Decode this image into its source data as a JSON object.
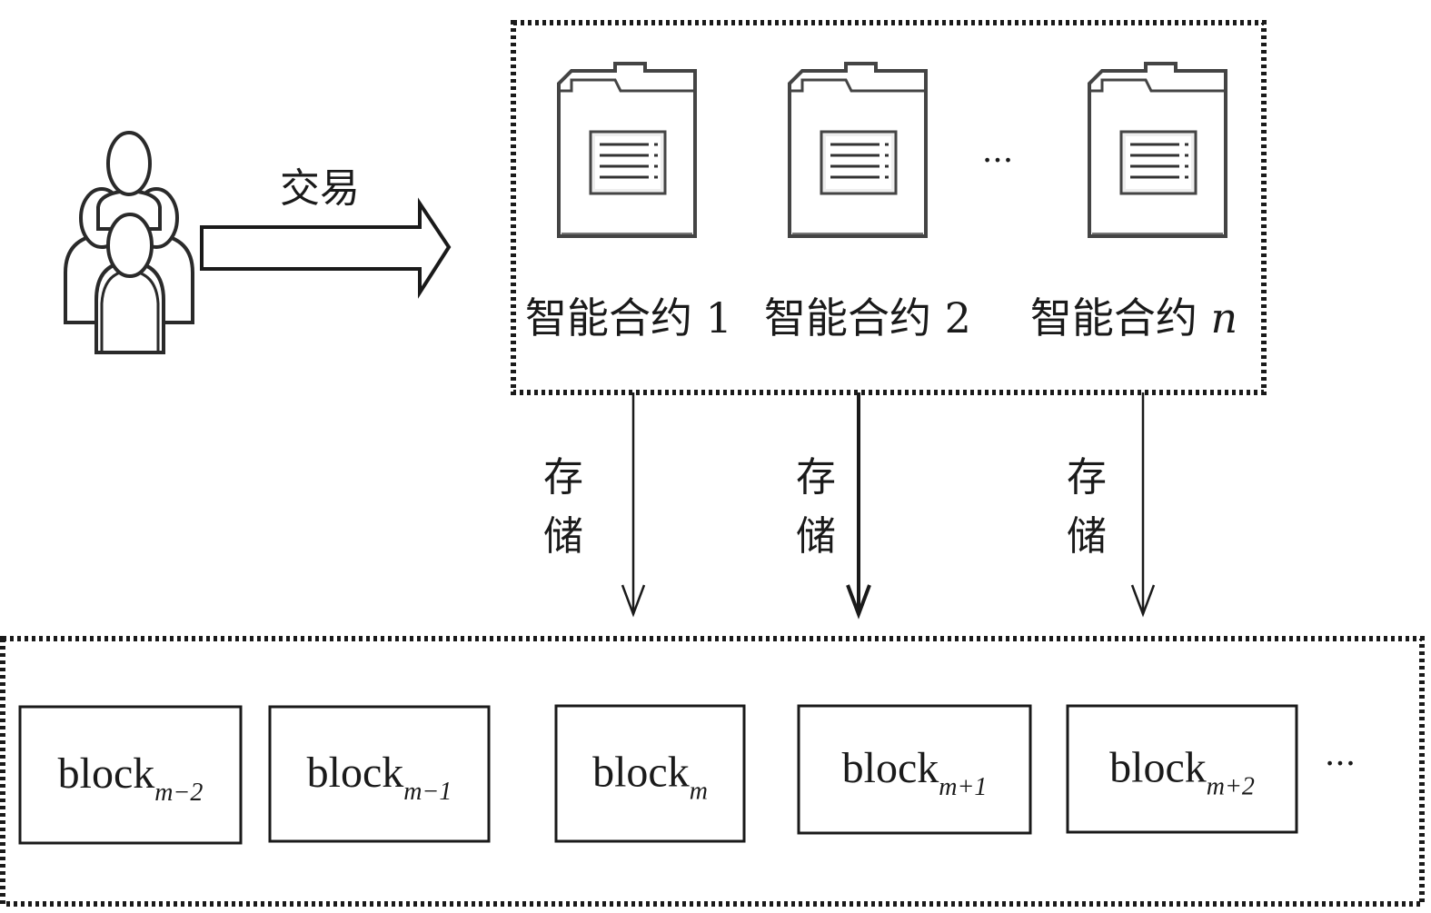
{
  "transaction_label": "交易",
  "contracts": [
    {
      "name": "智能合约",
      "index": "1"
    },
    {
      "name": "智能合约",
      "index": "2"
    },
    {
      "name": "智能合约",
      "index": "n"
    }
  ],
  "contract_ellipsis": "...",
  "store_label": [
    "存",
    "储"
  ],
  "blocks": [
    {
      "base": "block",
      "sub": "m−2"
    },
    {
      "base": "block",
      "sub": "m−1"
    },
    {
      "base": "block",
      "sub": "m"
    },
    {
      "base": "block",
      "sub": "m+1"
    },
    {
      "base": "block",
      "sub": "m+2"
    }
  ],
  "block_ellipsis": "..."
}
